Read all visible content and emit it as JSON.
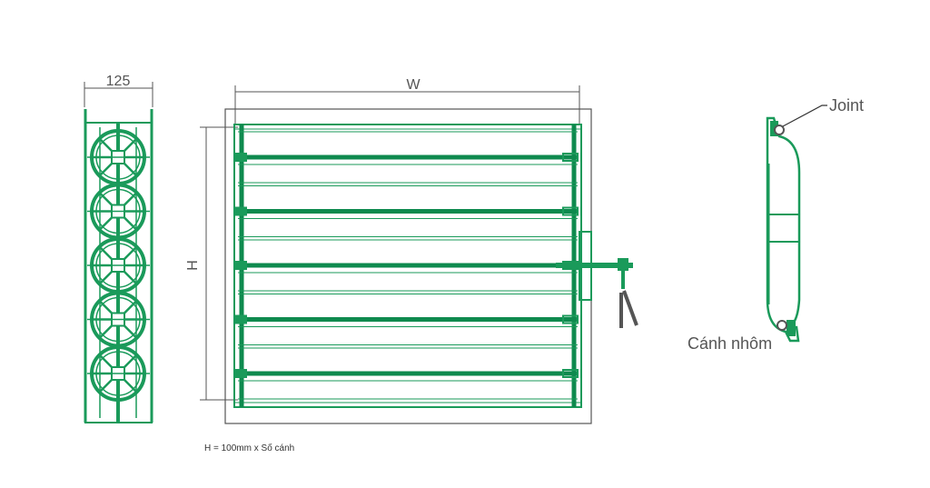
{
  "side_view": {
    "dimension_label": "125"
  },
  "front_view": {
    "width_label": "W",
    "height_label": "H",
    "blade_count": 5
  },
  "profile_view": {
    "joint_label": "Joint",
    "blade_label": "Cánh nhôm"
  },
  "note": "H = 100mm x Số cánh",
  "colors": {
    "green": "#1a9a5a",
    "dark_green": "#0e8a4e",
    "line": "#555555"
  }
}
